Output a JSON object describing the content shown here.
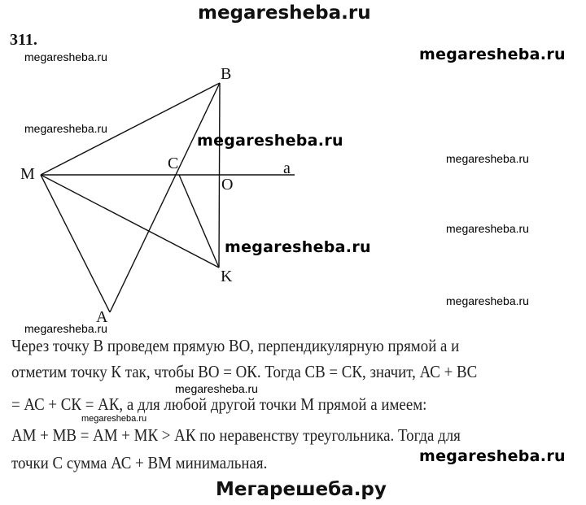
{
  "header": {
    "site_title": "megaresheba.ru"
  },
  "problem_number": "311.",
  "diagram": {
    "points": {
      "B": "B",
      "M": "M",
      "C": "C",
      "O": "O",
      "a": "a",
      "K": "K",
      "A": "A"
    }
  },
  "solution_lines": [
    "Через точку В проведем прямую ВО, перпендикулярную прямой а и",
    "отметим точку К так, чтобы ВО = ОК. Тогда СВ = СК, значит, АС + ВС",
    "= АС + СК = АК, а для любой другой точки М прямой а имеем:",
    "АМ + МВ = АМ + МК > АК по неравенству треугольника. Тогда для",
    "точки С сумма АС + ВМ минимальная."
  ],
  "watermarks": {
    "small": "megaresheba.ru",
    "bold": "megaresheba.ru"
  },
  "footer": {
    "site_title": "Мегарешеба.ру"
  }
}
